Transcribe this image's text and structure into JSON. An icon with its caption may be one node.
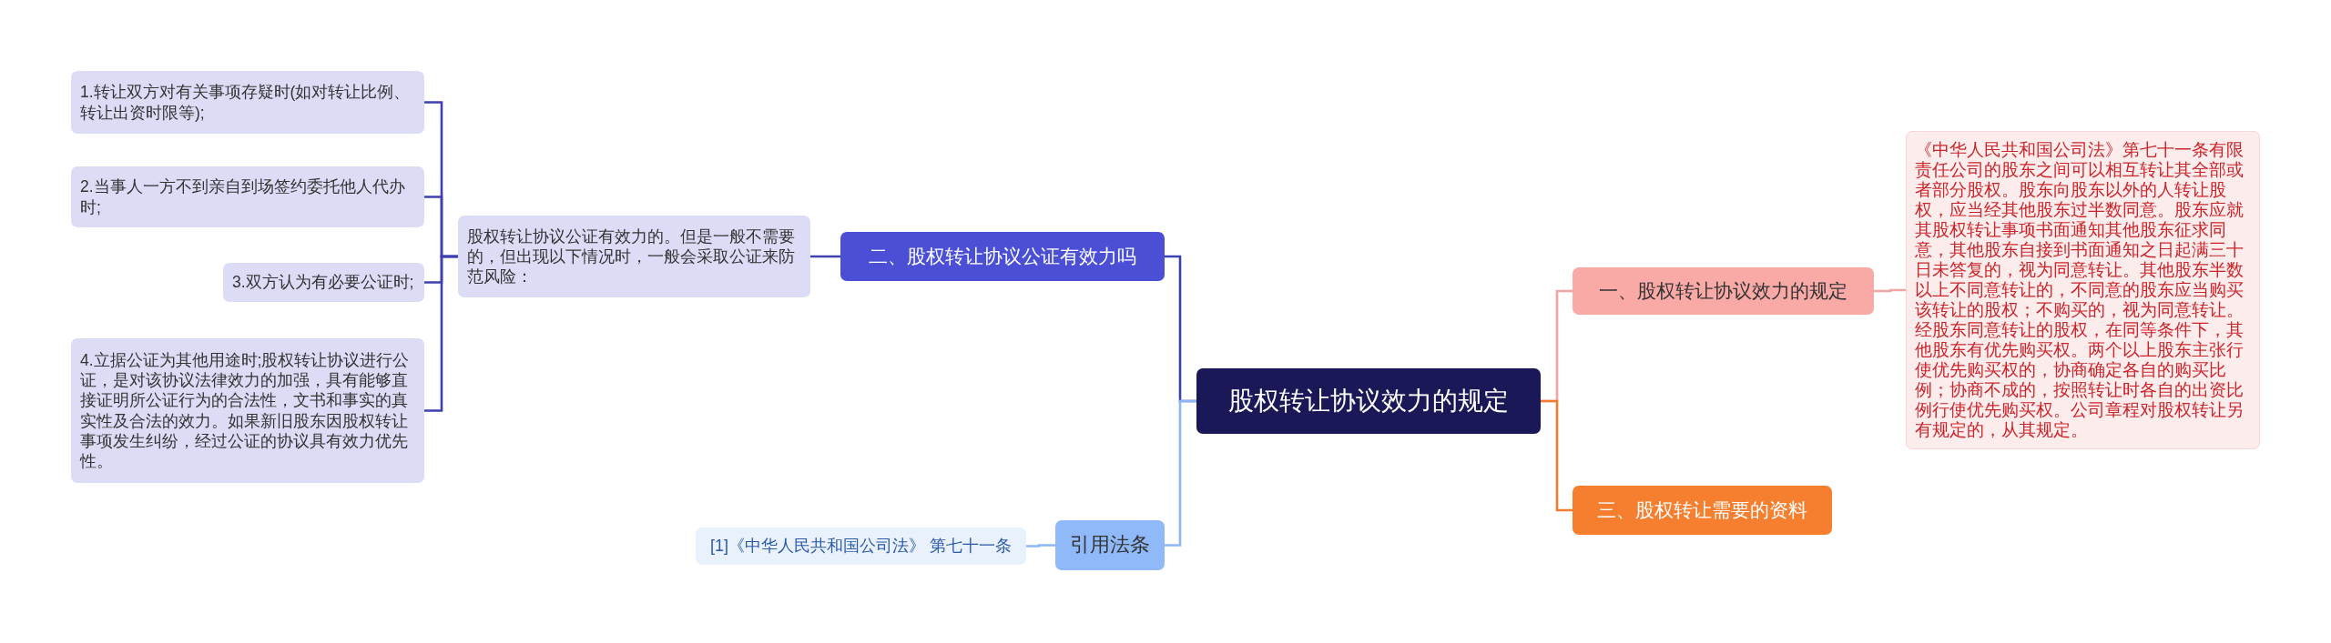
{
  "diagram": {
    "nodes": [
      {
        "text": [
          "股权转让协议效力的规定"
        ]
      },
      {
        "text": [
          "一、股权转让协议效力的规定"
        ]
      },
      {
        "text": [
          "《中华人民共和国公司法》第七十一条有限责任公司的股东之间可以相互转让其全部或者部分股权。股东向股东以外的人转让股权，应当经其他股东过半数同意。股东应就其股权转让事项书面通知其他股东征求同意，其他股东自接到书面通知之日起满三十日未答复的，视为同意转让。其他股东半数以上不同意转让的，不同意的股东应当购买该转让的股权；不购买的，视为同意转让。经股东同意转让的股权，在同等条件下，其他股东有优先购买权。两个以上股东主张行使优先购买权的，协商确定各自的购买比例；协商不成的，按照转让时各自的出资比例行使优先购买权。公司章程对股权转让另有规定的，从其规定。"
        ]
      },
      {
        "text": [
          "三、股权转让需要的资料"
        ]
      },
      {
        "text": [
          "二、股权转让协议公证有效力吗"
        ]
      },
      {
        "text": [
          "股权转让协议公证有效力的。但是一般不需要的，但出现以下情况时，一般会采取公证来防范风险："
        ]
      },
      {
        "text": [
          "1.转让双方对有关事项存疑时(如对转让比例、转让出资时限等);"
        ]
      },
      {
        "text": [
          "2.当事人一方不到亲自到场签约委托他人代办时;"
        ]
      },
      {
        "text": [
          "3.双方认为有必要公证时;"
        ]
      },
      {
        "text": [
          "4.立据公证为其他用途时;股权转让协议进行公证，是对该协议法律效力的加强，具有能够直接证明所公证行为的合法性，文书和事实的真实性及合法的效力。如果新旧股东因股权转让事项发生纠纷，经过公证的协议具有效力优先性。"
        ]
      },
      {
        "text": [
          "引用法条"
        ]
      },
      {
        "text": [
          "[1]《中华人民共和国公司法》 第七十一条"
        ]
      }
    ],
    "edges": [
      {
        "from": 0,
        "to": 1,
        "arrow": "none",
        "color": "#f4a3a3"
      },
      {
        "from": 1,
        "to": 2,
        "arrow": "none",
        "color": "#f4a3a3"
      },
      {
        "from": 0,
        "to": 3,
        "arrow": "none",
        "color": "#f07d2e"
      },
      {
        "from": 0,
        "to": 4,
        "arrow": "none"
      },
      {
        "from": 4,
        "to": 5,
        "arrow": "none"
      },
      {
        "from": 5,
        "to": 6,
        "arrow": "none"
      },
      {
        "from": 5,
        "to": 7,
        "arrow": "none"
      },
      {
        "from": 5,
        "to": 8,
        "arrow": "none"
      },
      {
        "from": 5,
        "to": 9,
        "arrow": "none"
      },
      {
        "from": 0,
        "to": 10,
        "arrow": "none",
        "color": "#8db6f6"
      },
      {
        "from": 10,
        "to": 11,
        "arrow": "none",
        "color": "#8db6f6"
      }
    ]
  }
}
